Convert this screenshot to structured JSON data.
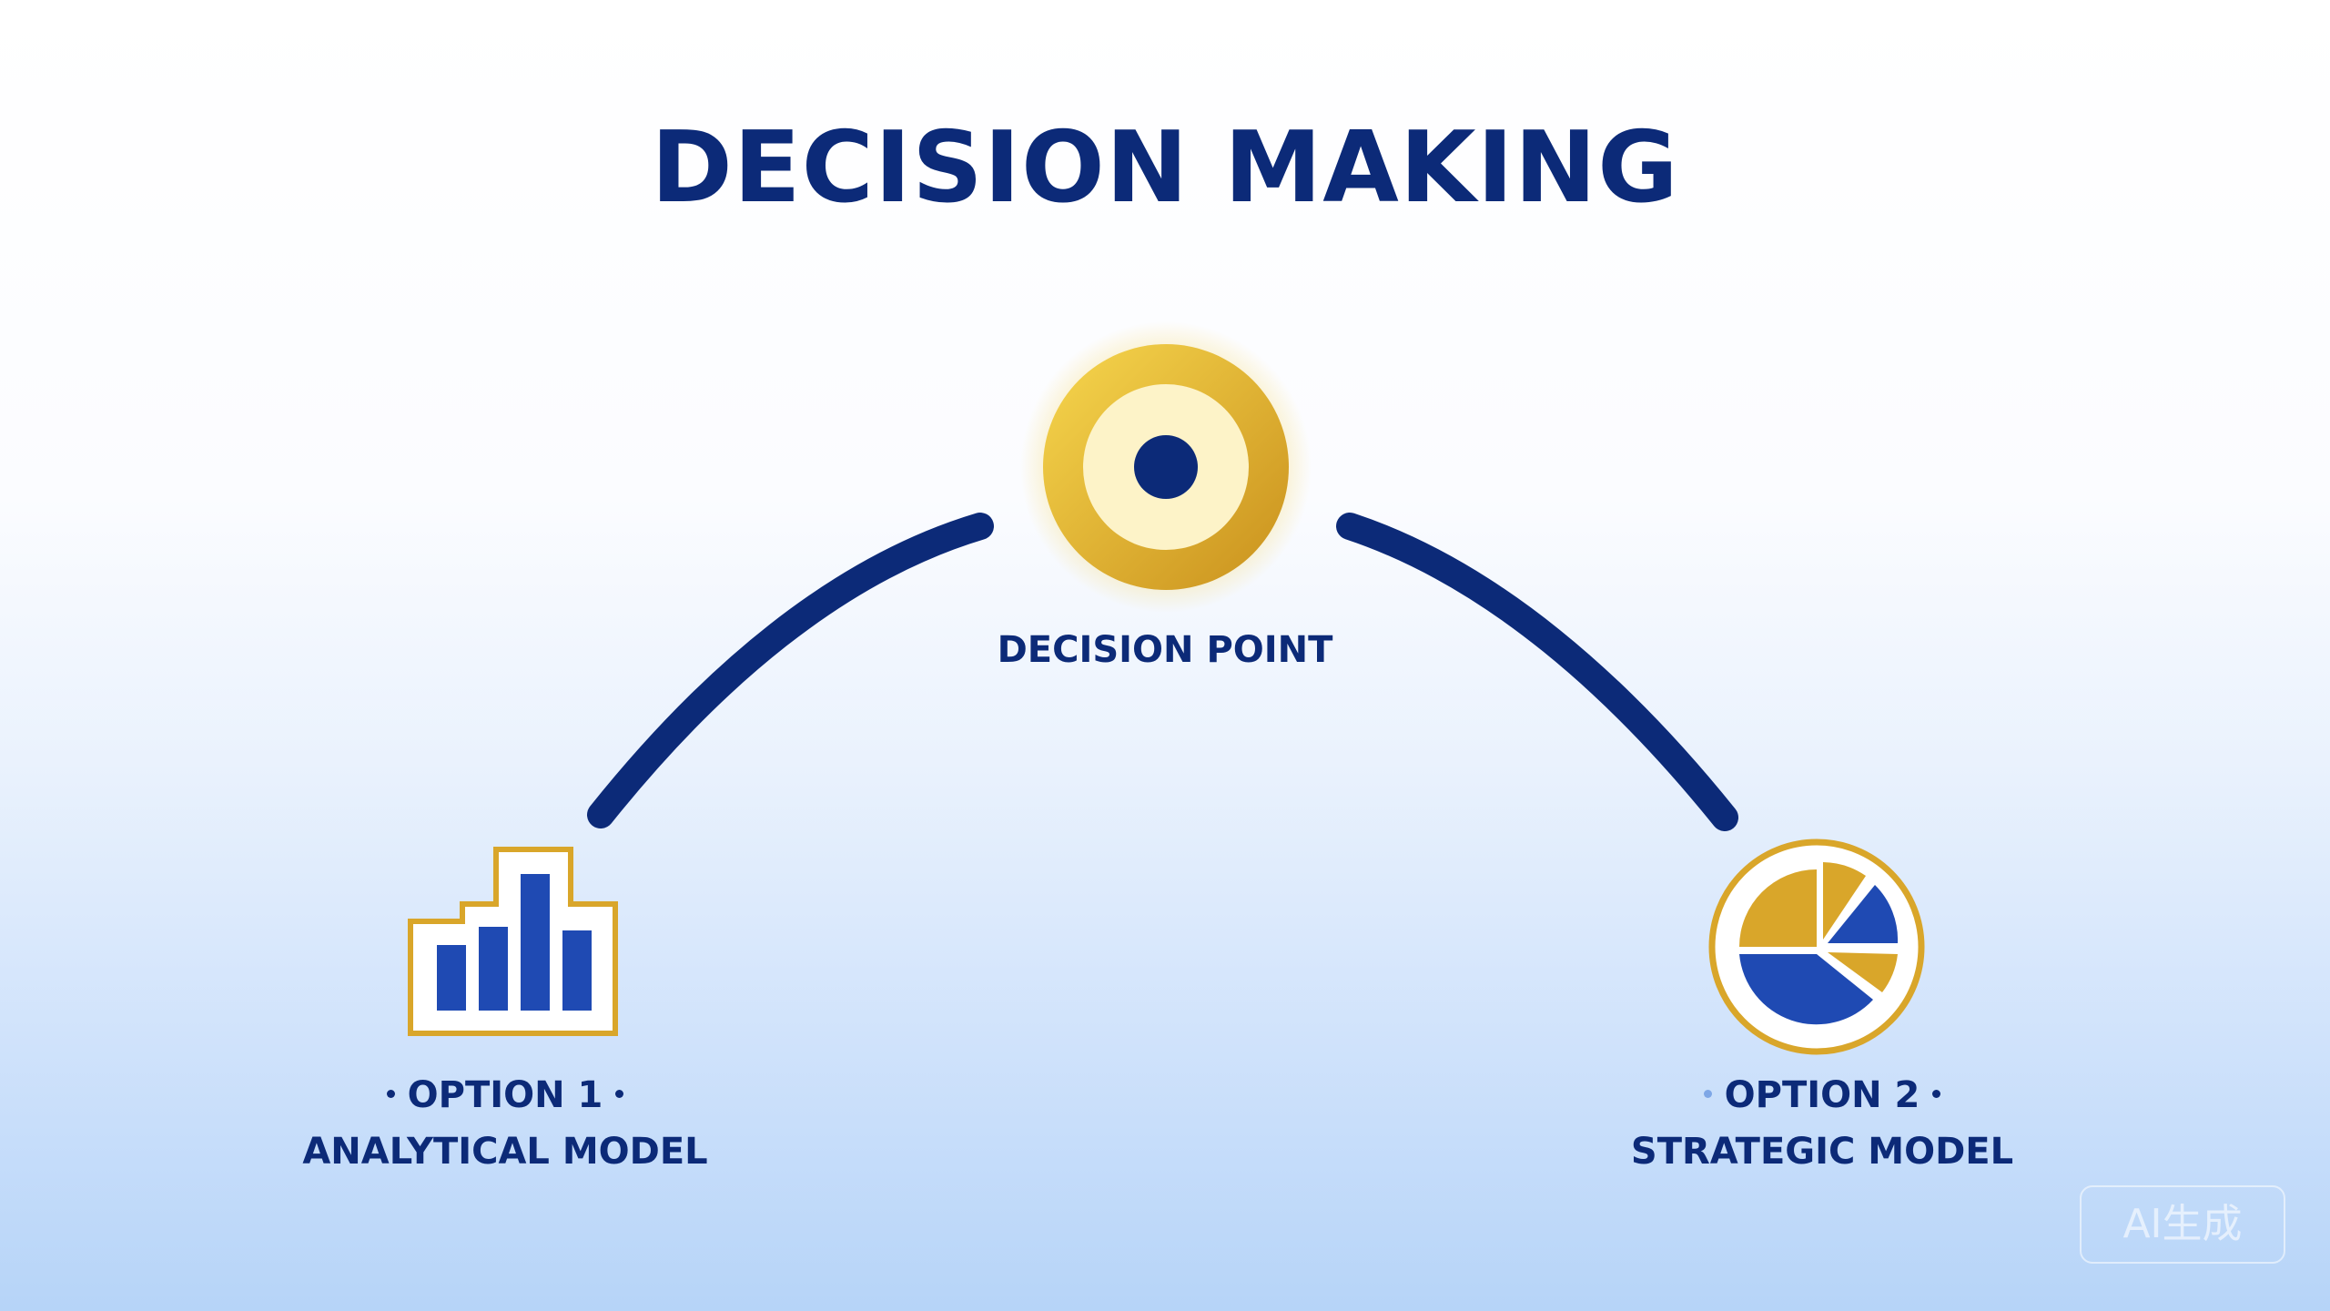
{
  "title": "DECISION MAKING",
  "decision_point": {
    "label": "DECISION POINT",
    "icon": "target-icon"
  },
  "options": [
    {
      "number_label": "OPTION 1",
      "model_label": "ANALYTICAL MODEL",
      "icon": "bar-chart-icon"
    },
    {
      "number_label": "OPTION 2",
      "model_label": "STRATEGIC MODEL",
      "icon": "pie-chart-icon"
    }
  ],
  "watermark": "AI生成",
  "colors": {
    "navy": "#0c2a78",
    "gold": "#d9a62a",
    "gold_light": "#f4d04c",
    "blue": "#1f4ab3"
  }
}
